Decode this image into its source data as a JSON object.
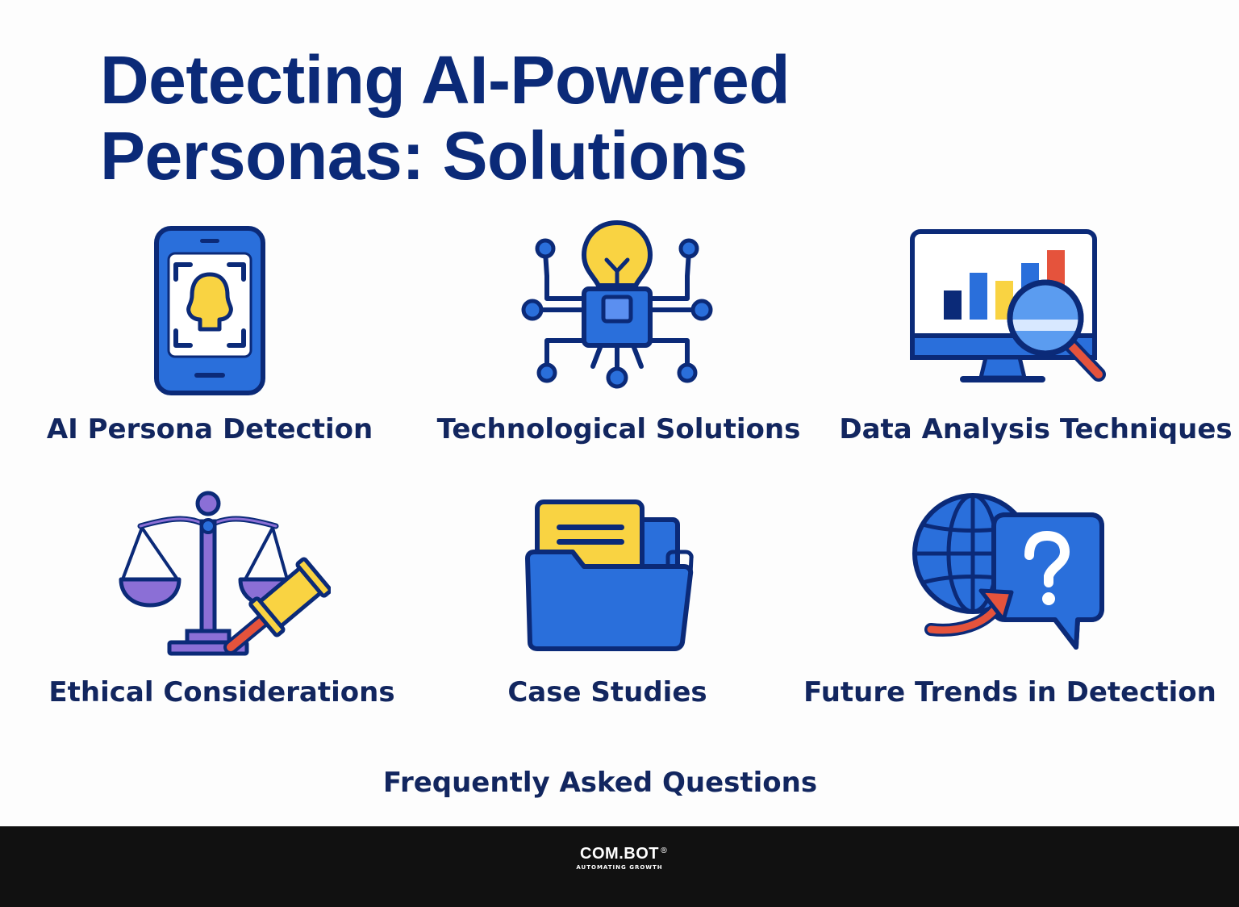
{
  "title": {
    "line1": "Detecting AI-Powered",
    "line2": "Personas: Solutions"
  },
  "items": [
    {
      "label": "AI Persona Detection",
      "icon": "smartphone-face-scan-icon"
    },
    {
      "label": "Technological Solutions",
      "icon": "lightbulb-circuit-icon"
    },
    {
      "label": "Data Analysis Techniques",
      "icon": "monitor-chart-magnifier-icon"
    },
    {
      "label": "Ethical Considerations",
      "icon": "scales-gavel-icon"
    },
    {
      "label": "Case Studies",
      "icon": "folder-document-icon"
    },
    {
      "label": "Future Trends in Detection",
      "icon": "globe-question-bubble-icon"
    }
  ],
  "faq": "Frequently Asked Questions",
  "footer": {
    "brand": "COM.BOT",
    "tagline": "AUTOMATING GROWTH",
    "registered": "®"
  },
  "colors": {
    "navy": "#0b2a78",
    "blue": "#2a6fdb",
    "yellow": "#f9d342",
    "red": "#e5533c",
    "purple": "#8b6fd6",
    "footer_bg": "#111111"
  }
}
